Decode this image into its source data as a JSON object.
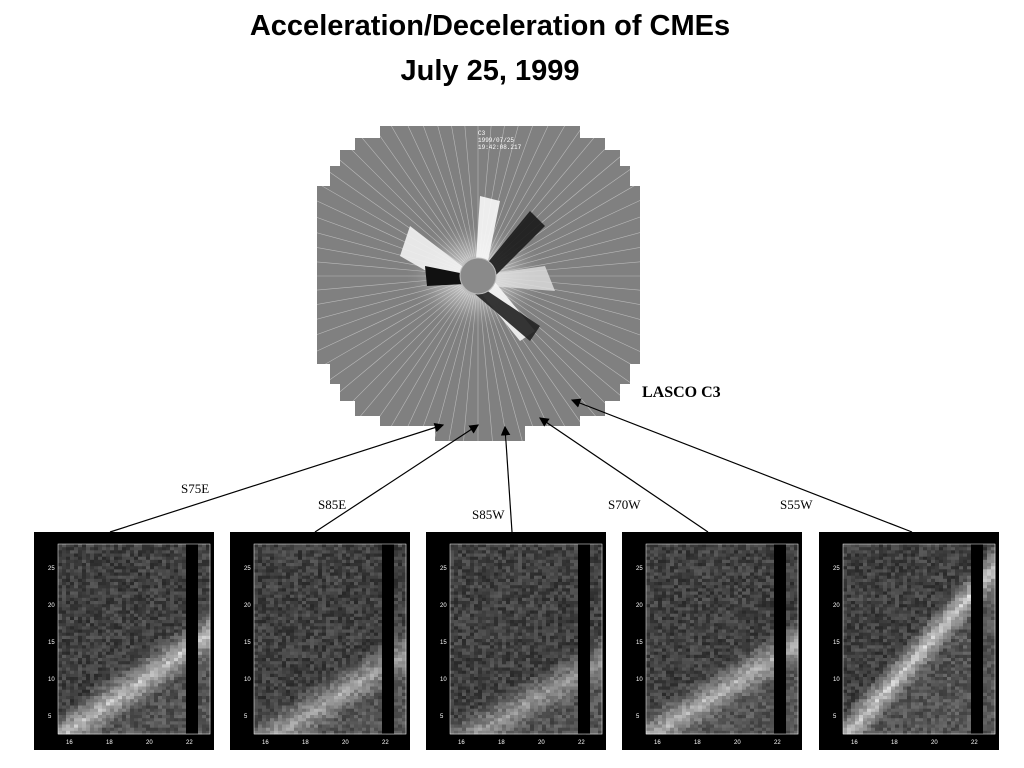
{
  "title_line1": "Acceleration/Deceleration of CMEs",
  "title_line2": "July 25, 1999",
  "coronagraph": {
    "instrument_label": "LASCO C3",
    "overlay_lines": [
      "C3",
      "1999/07/25",
      "19:42:08.217"
    ]
  },
  "directions": [
    "S75E",
    "S85E",
    "S85W",
    "S70W",
    "S55W"
  ],
  "panel_axes": {
    "y_ticks": [
      "25",
      "20",
      "15",
      "10",
      "5"
    ],
    "x_ticks": [
      "16",
      "18",
      "20",
      "22"
    ]
  },
  "colors": {
    "background": "#ffffff",
    "disk_gray": "#808080",
    "panel_bg": "#000000"
  }
}
